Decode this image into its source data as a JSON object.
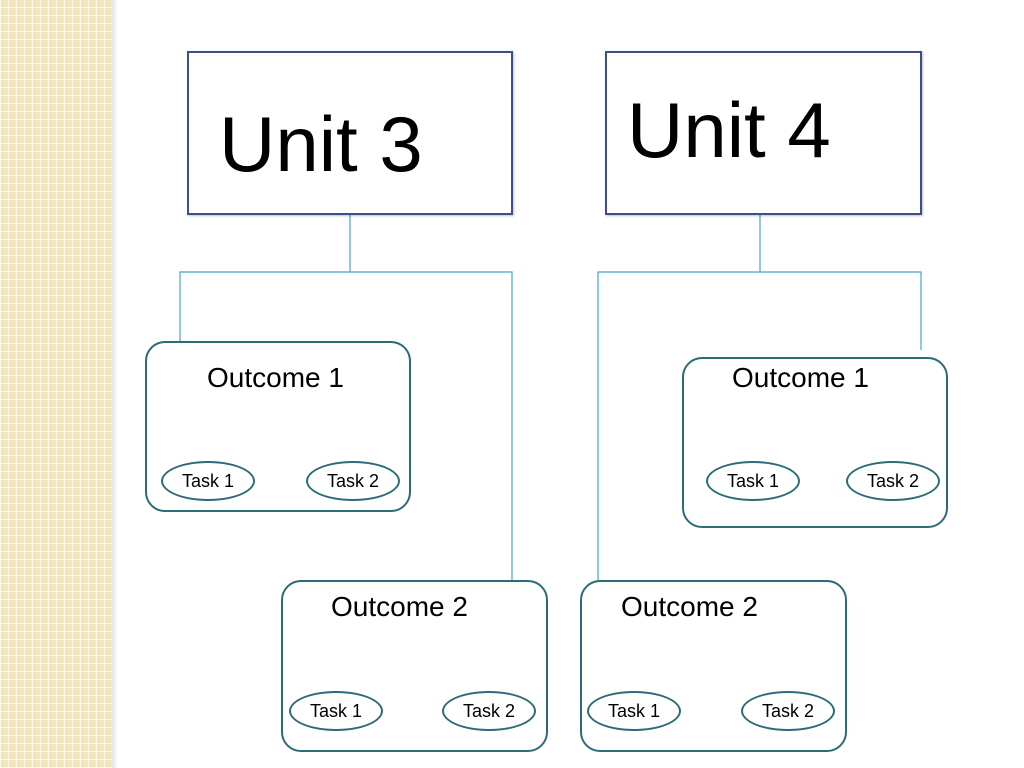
{
  "units": [
    {
      "title": "Unit 3",
      "outcomes": [
        {
          "title": "Outcome 1",
          "tasks": [
            "Task 1",
            "Task 2"
          ]
        },
        {
          "title": "Outcome 2",
          "tasks": [
            "Task 1",
            "Task 2"
          ]
        }
      ]
    },
    {
      "title": "Unit 4",
      "outcomes": [
        {
          "title": "Outcome 1",
          "tasks": [
            "Task 1",
            "Task 2"
          ]
        },
        {
          "title": "Outcome 2",
          "tasks": [
            "Task 1",
            "Task 2"
          ]
        }
      ]
    }
  ],
  "colors": {
    "unit_border": "#3d4f86",
    "outcome_border": "#2c6b78",
    "connector": "#4aa3c0",
    "side_strip": "#f3e6bd"
  }
}
